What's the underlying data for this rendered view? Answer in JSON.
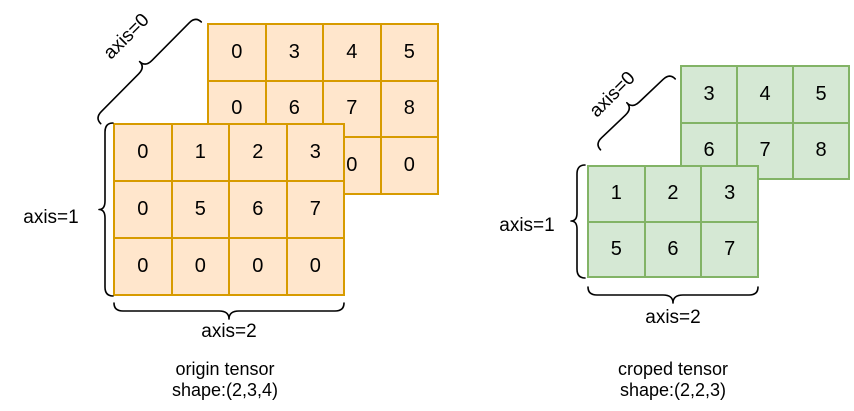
{
  "diagrams": {
    "left": {
      "axis0_label": "axis=0",
      "axis1_label": "axis=1",
      "axis2_label": "axis=2",
      "caption_line1": "origin tensor",
      "caption_line2": "shape:(2,3,4)",
      "back": {
        "fill": "#ffe6cc",
        "stroke": "#d79b00",
        "rows": [
          [
            "0",
            "3",
            "4",
            "5"
          ],
          [
            "0",
            "6",
            "7",
            "8"
          ],
          [
            "",
            "",
            "0",
            "0"
          ]
        ]
      },
      "front": {
        "fill": "#ffe6cc",
        "stroke": "#d79b00",
        "rows": [
          [
            "0",
            "1",
            "2",
            "3"
          ],
          [
            "0",
            "5",
            "6",
            "7"
          ],
          [
            "0",
            "0",
            "0",
            "0"
          ]
        ]
      }
    },
    "right": {
      "axis0_label": "axis=0",
      "axis1_label": "axis=1",
      "axis2_label": "axis=2",
      "caption_line1": "croped tensor",
      "caption_line2": "shape:(2,2,3)",
      "back": {
        "fill": "#d5e8d4",
        "stroke": "#82b366",
        "rows": [
          [
            "3",
            "4",
            "5"
          ],
          [
            "6",
            "7",
            "8"
          ]
        ]
      },
      "front": {
        "fill": "#d5e8d4",
        "stroke": "#82b366",
        "rows": [
          [
            "1",
            "2",
            "3"
          ],
          [
            "5",
            "6",
            "7"
          ]
        ]
      }
    }
  }
}
